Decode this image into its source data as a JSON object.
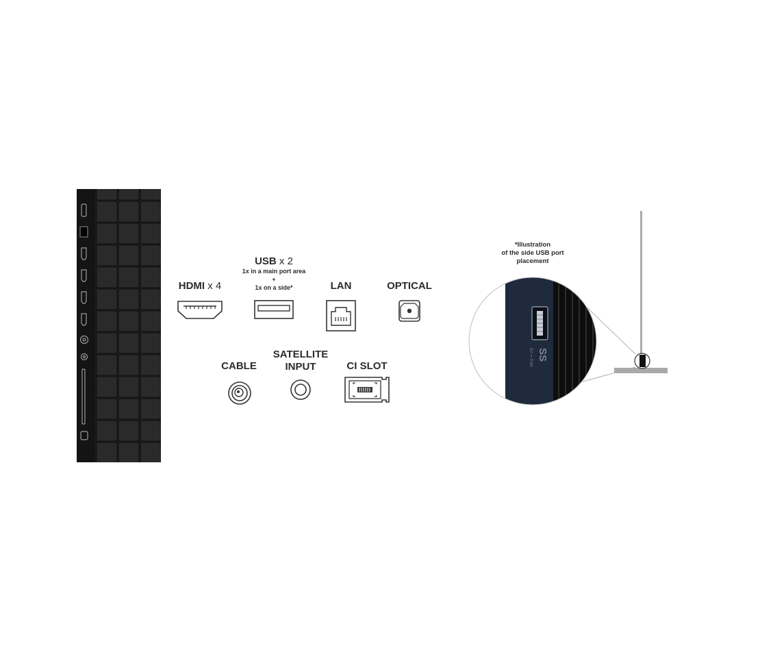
{
  "ports": {
    "hdmi": {
      "name": "HDMI",
      "qty": "x 4"
    },
    "usb": {
      "name": "USB",
      "qty": "x 2",
      "line1": "1x in a main port area",
      "line2": "+",
      "line3": "1x on a side*"
    },
    "lan": {
      "name": "LAN"
    },
    "optical": {
      "name": "OPTICAL"
    },
    "cable": {
      "name": "CABLE"
    },
    "satellite": {
      "line1": "SATELLITE",
      "line2": "INPUT"
    },
    "ci": {
      "name": "CI SLOT"
    }
  },
  "note": {
    "line1": "*Illustration",
    "line2": "of the side USB port",
    "line3": "placement"
  },
  "side_usb": {
    "logo": "SS",
    "spec": "5V ⎓ 0.9A"
  },
  "colors": {
    "panel_dark": "#1c1c1c",
    "panel_grid": "#2e2e2e",
    "side_blue": "#1f2a3c",
    "stand_gray": "#a9a9a9",
    "icon_stroke": "#333333"
  }
}
